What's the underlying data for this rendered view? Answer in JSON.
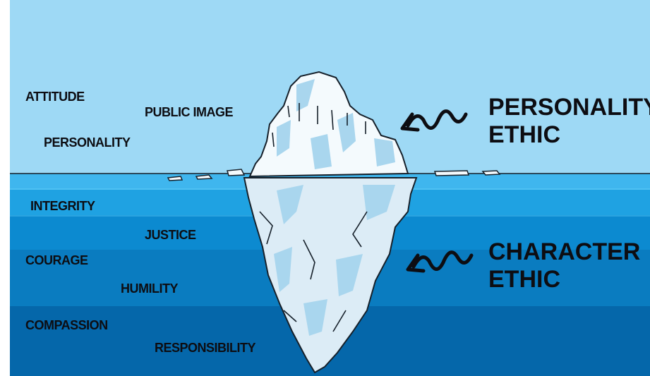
{
  "colors": {
    "sky": "#9ed9f5",
    "water_top": "#3fb6ee",
    "water_band_1": "#1fa2e2",
    "water_band_2": "#0c8ad0",
    "water_band_3": "#0a7cc0",
    "water_deep": "#0567aa",
    "ice_light": "#f4fafd",
    "ice_shadow": "#a9d6ee",
    "outline": "#16202a",
    "text": "#0d0d12"
  },
  "above_water_traits": [
    "ATTITUDE",
    "PUBLIC IMAGE",
    "PERSONALITY"
  ],
  "below_water_traits": [
    "INTEGRITY",
    "JUSTICE",
    "COURAGE",
    "HUMILITY",
    "COMPASSION",
    "RESPONSIBILITY"
  ],
  "tip_heading": {
    "line1": "PERSONALITY",
    "line2": "ETHIC"
  },
  "base_heading": {
    "line1": "CHARACTER",
    "line2": "ETHIC"
  },
  "icons": {
    "tip_arrow": "squiggle-arrow-icon",
    "base_arrow": "squiggle-arrow-icon"
  }
}
